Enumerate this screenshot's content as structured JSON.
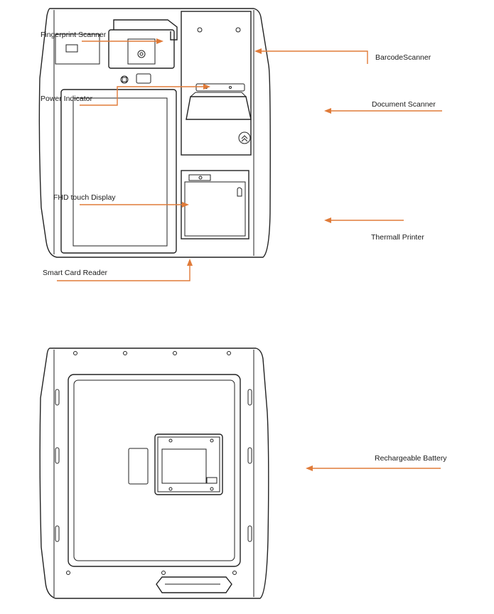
{
  "colors": {
    "leader": "#e07b39",
    "outline": "#222222"
  },
  "front_view": {
    "labels": {
      "fingerprint": "Fingerprint Scanner",
      "power": "Power Indicator",
      "display": "FHD touch Display",
      "smartcard": "Smart Card Reader",
      "barcode": "BarcodeScanner",
      "document": "Document Scanner",
      "printer": "Thermall Printer"
    }
  },
  "back_view": {
    "labels": {
      "battery": "Rechargeable Battery"
    }
  }
}
